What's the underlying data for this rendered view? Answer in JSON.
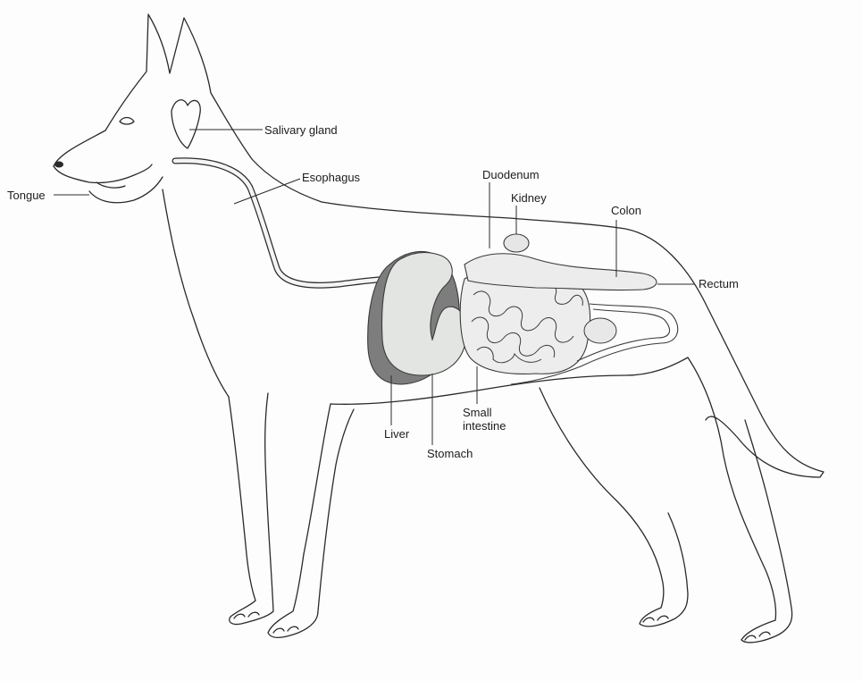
{
  "diagram": {
    "labels": {
      "salivary_gland": "Salivary gland",
      "esophagus": "Esophagus",
      "tongue": "Tongue",
      "duodenum": "Duodenum",
      "kidney": "Kidney",
      "colon": "Colon",
      "rectum": "Rectum",
      "liver": "Liver",
      "stomach": "Stomach",
      "small_intestine_1": "Small",
      "small_intestine_2": "intestine"
    },
    "colors": {
      "liver": "#7d7d7d",
      "stomach": "#e3e5e3",
      "intestine": "#ededed",
      "outline": "#2a2a2a"
    }
  }
}
